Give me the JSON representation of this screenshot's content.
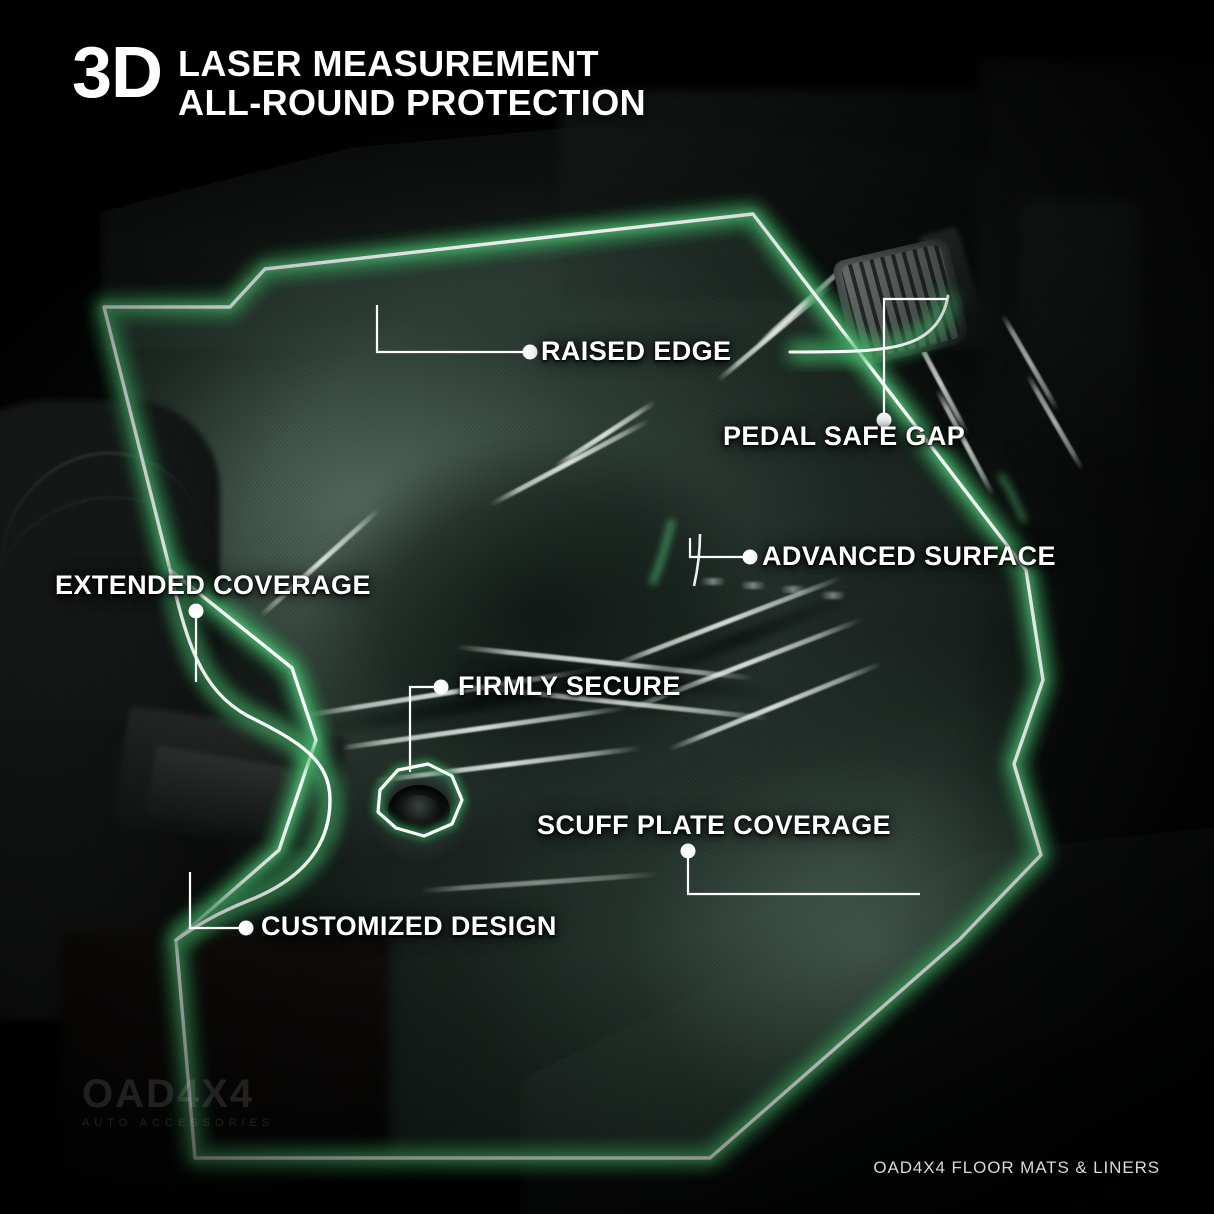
{
  "header": {
    "badge": "3D",
    "line1": "LASER MEASUREMENT",
    "line2": "ALL-ROUND PROTECTION"
  },
  "callouts": [
    {
      "id": "raised-edge",
      "label": "RAISED EDGE"
    },
    {
      "id": "pedal-safe-gap",
      "label": "PEDAL SAFE GAP"
    },
    {
      "id": "advanced-surface",
      "label": "ADVANCED SURFACE"
    },
    {
      "id": "extended-coverage",
      "label": "EXTENDED COVERAGE"
    },
    {
      "id": "firmly-secure",
      "label": "FIRMLY SECURE"
    },
    {
      "id": "scuff-plate-coverage",
      "label": "SCUFF PLATE COVERAGE"
    },
    {
      "id": "customized-design",
      "label": "CUSTOMIZED DESIGN"
    }
  ],
  "footer": {
    "text": "OAD4X4 FLOOR MATS & LINERS"
  },
  "watermark": {
    "brand": "OAD4X4",
    "tagline": "AUTO ACCESSORIES"
  },
  "colors": {
    "background": "#000000",
    "glow_green": "#3faa63",
    "outline_white": "#ffffff",
    "label_text": "#ffffff",
    "footer_text": "#d8dbda",
    "mat_tint": "#7aa88e"
  }
}
